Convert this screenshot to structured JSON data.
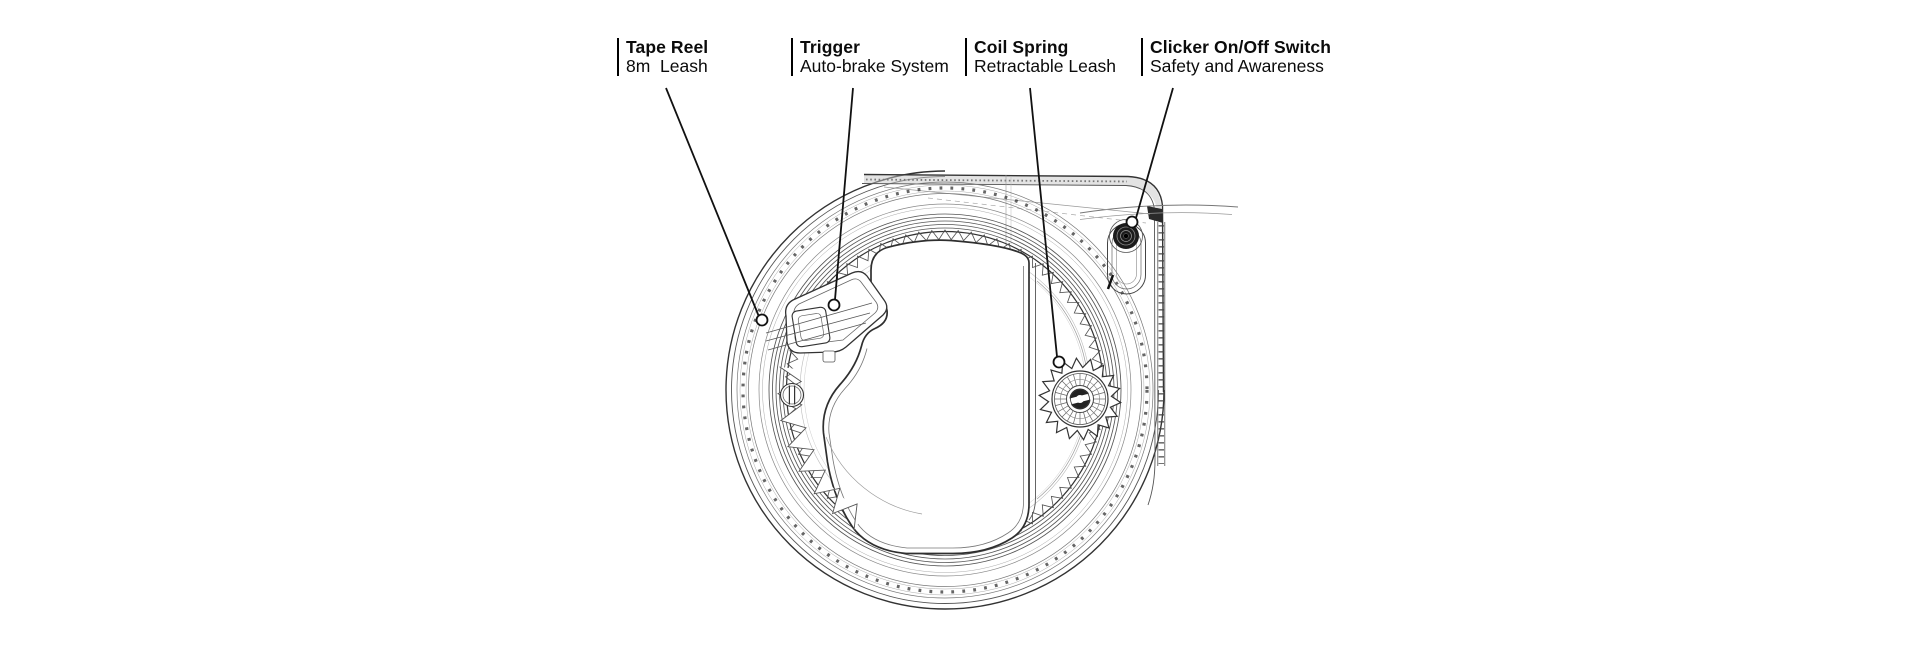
{
  "figure": {
    "background": "#ffffff",
    "ink": "#0b0b0b",
    "line_main": "#333333",
    "line_fine": "#555555",
    "line_faint": "#999999",
    "leader_marker": "circle"
  },
  "callouts": [
    {
      "id": "tape-reel",
      "title": "Tape Reel",
      "subtitle": "8m  Leash"
    },
    {
      "id": "trigger",
      "title": "Trigger",
      "subtitle": "Auto-brake System"
    },
    {
      "id": "coil-spring",
      "title": "Coil Spring",
      "subtitle": "Retractable Leash"
    },
    {
      "id": "clicker-switch",
      "title": "Clicker On/Off Switch",
      "subtitle": "Safety and Awareness"
    }
  ]
}
